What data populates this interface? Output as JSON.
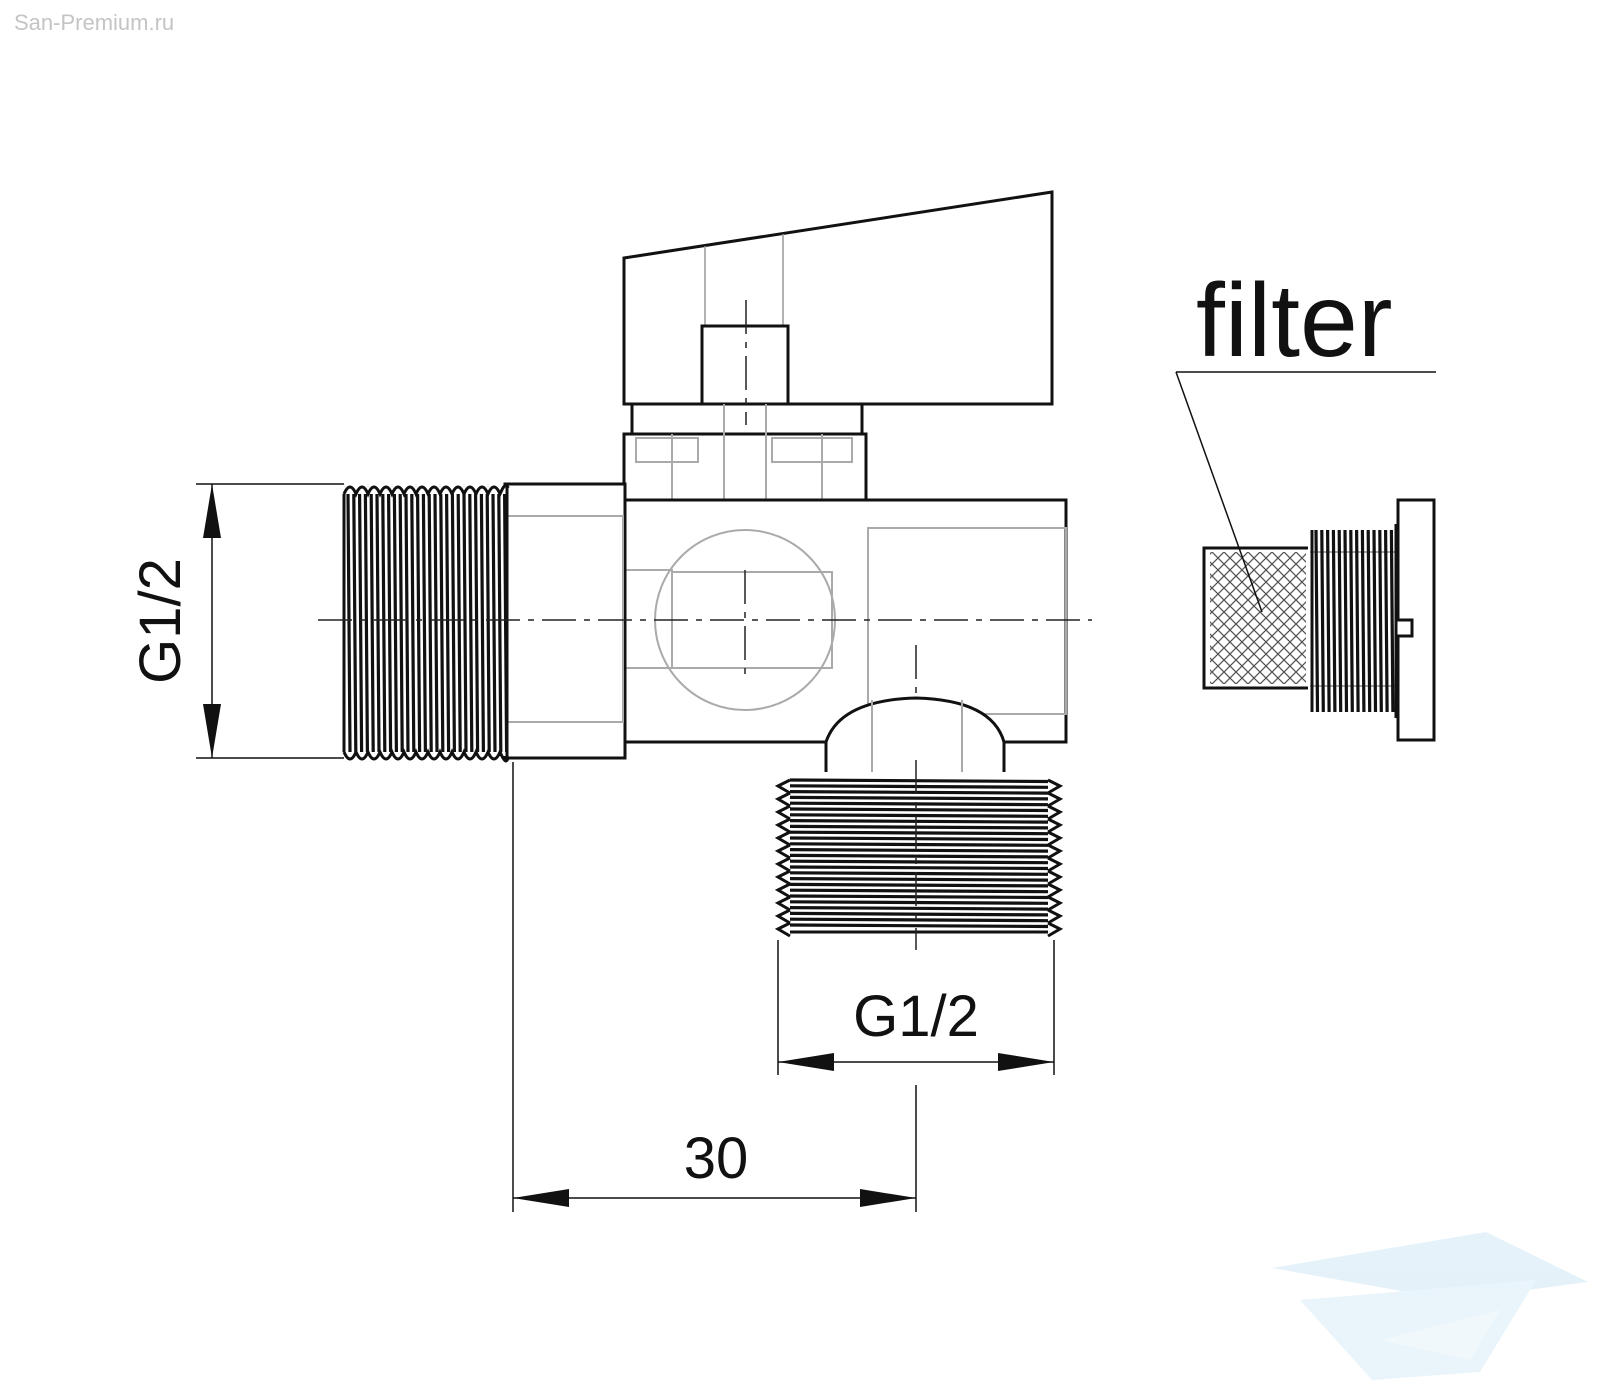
{
  "watermark": "San-Premium.ru",
  "dimensions": {
    "inlet_thread": "G1/2",
    "outlet_thread": "G1/2",
    "offset": "30"
  },
  "callout": {
    "filter_label": "filter"
  },
  "icons": {
    "logo": "bathtub-logo-icon"
  }
}
